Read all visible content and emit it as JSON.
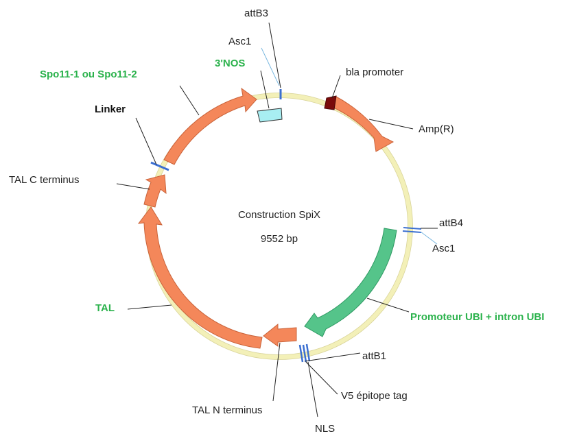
{
  "plasmid": {
    "name": "Construction SpiX",
    "size": "9552 bp"
  },
  "colors": {
    "backbone": "#f3f0b8",
    "orange_feature": "#f4875a",
    "green_feature": "#55c48a",
    "promoter_marker": "#7a0a0a",
    "site_blue": "#3b6fd1",
    "terminator": "#a8eef2",
    "green_label": "#2bb24c"
  },
  "labels": {
    "attB3": "attB3",
    "asc1_top": "Asc1",
    "nos3": "3'NOS",
    "spo11": "Spo11-1 ou Spo11-2",
    "bla_promoter": "bla promoter",
    "ampR": "Amp(R)",
    "linker": "Linker",
    "tal_c": "TAL C terminus",
    "attB4": "attB4",
    "asc1_right": "Asc1",
    "promoteur": "Promoteur UBI + intron UBI",
    "tal": "TAL",
    "attB1": "attB1",
    "v5": "V5 épitope tag",
    "tal_n": "TAL N terminus",
    "nls": "NLS"
  }
}
